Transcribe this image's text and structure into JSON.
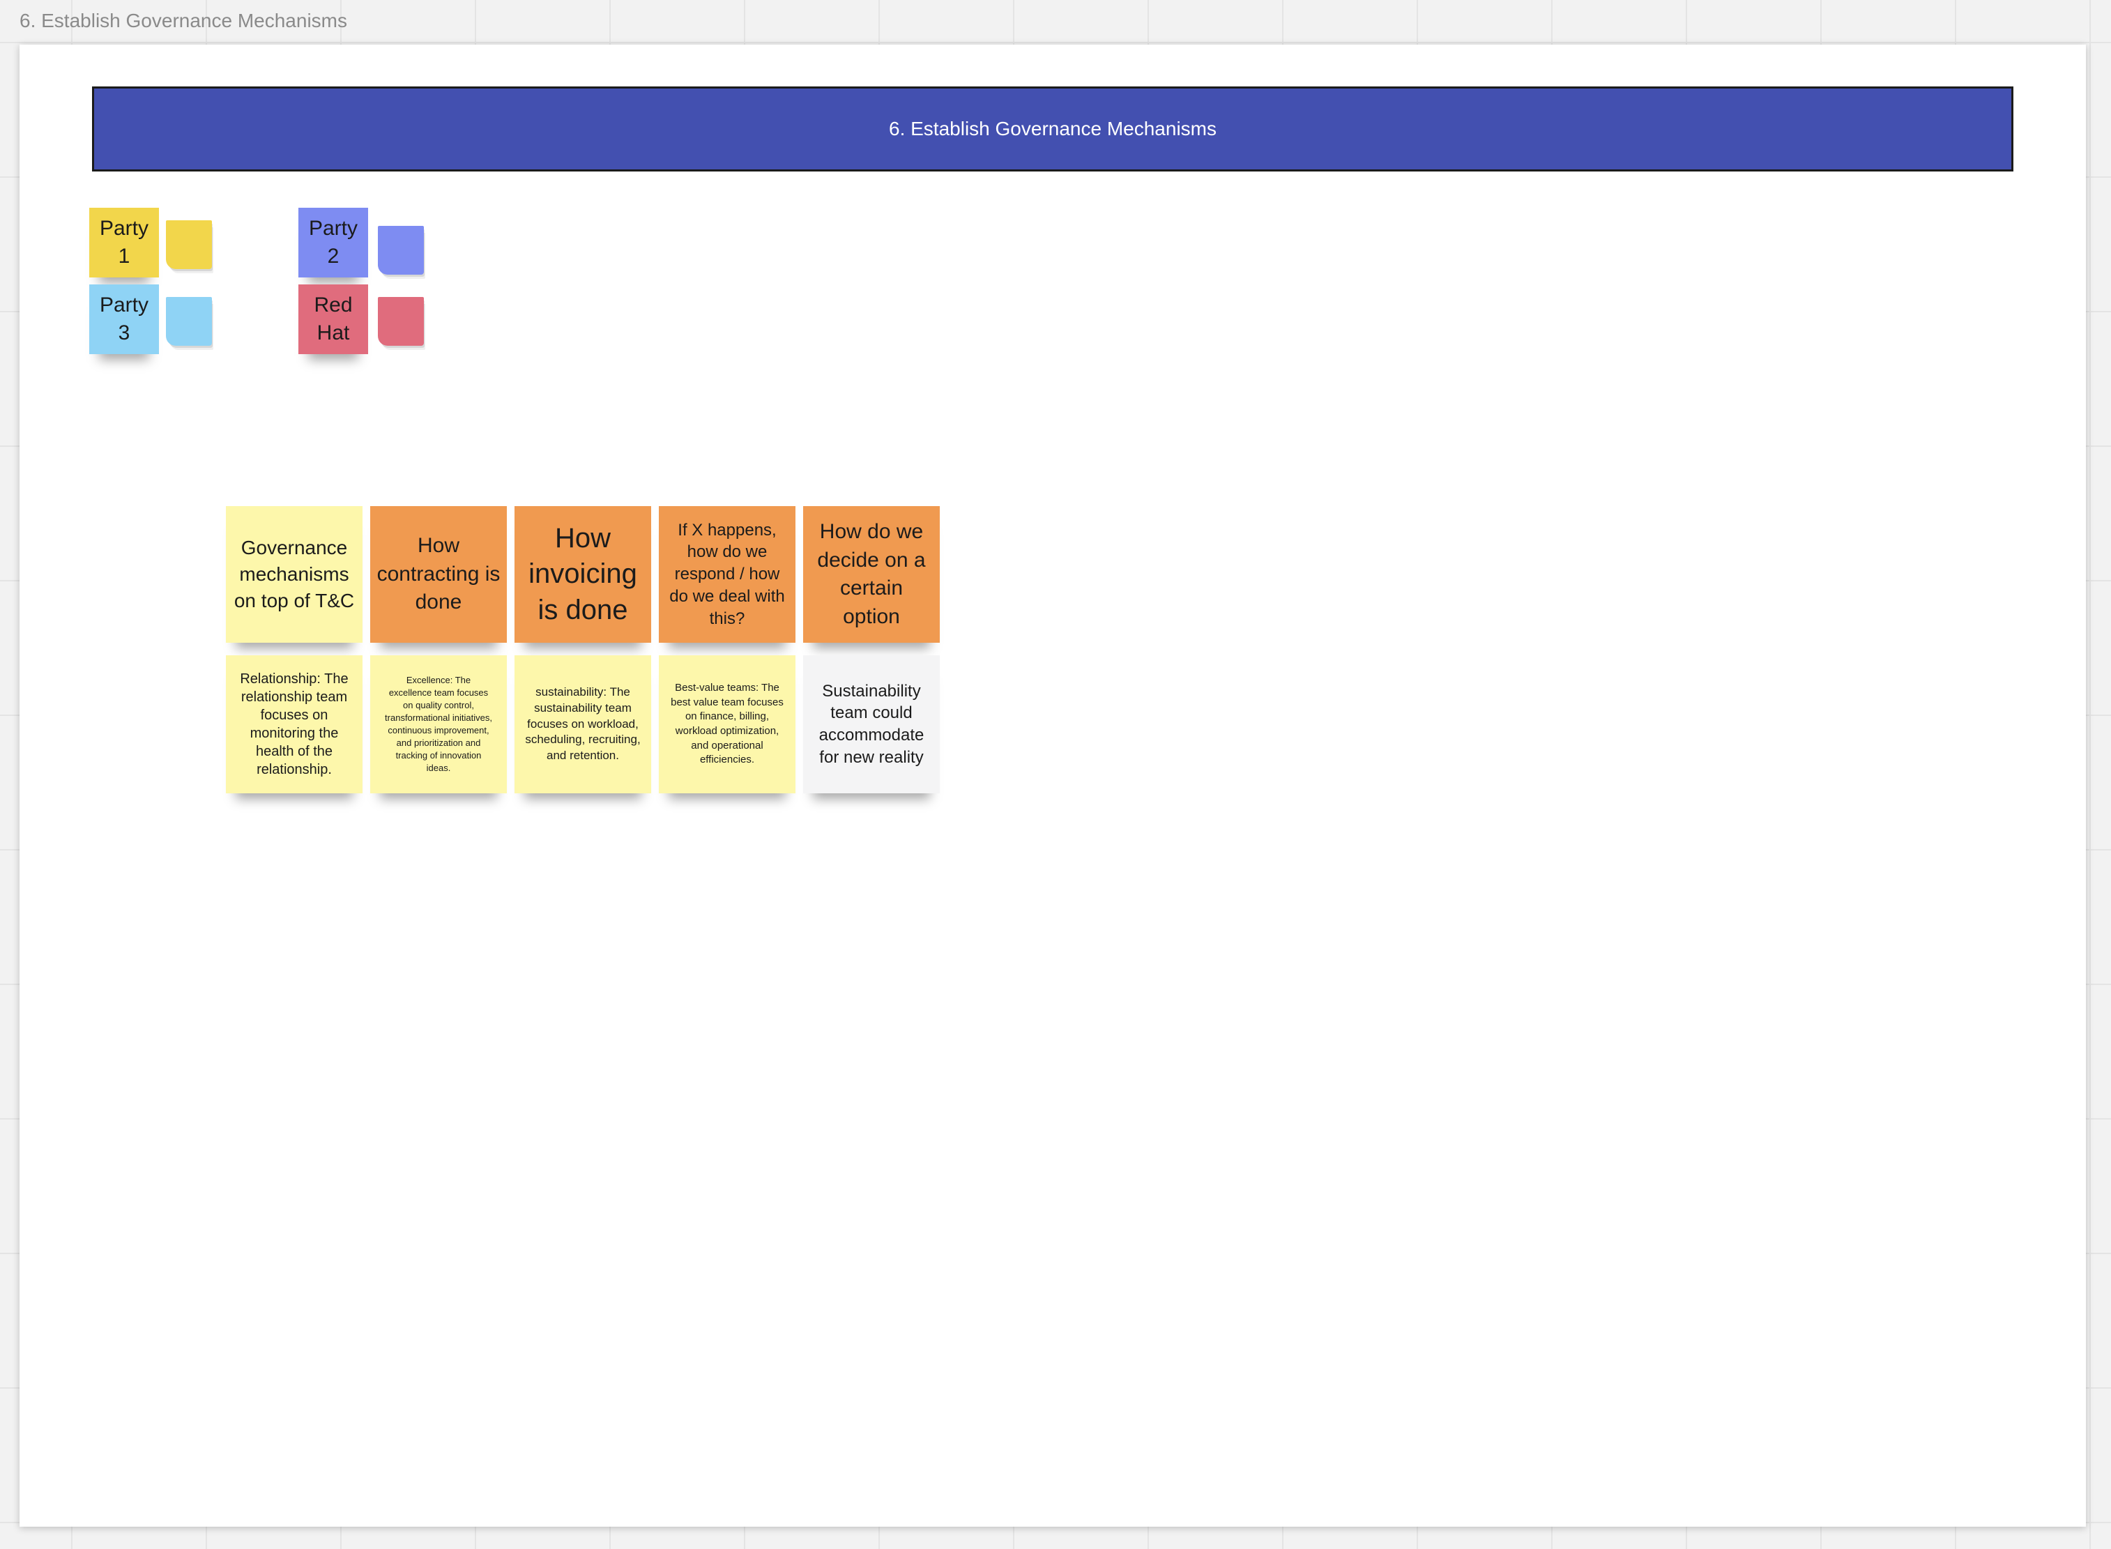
{
  "board": {
    "frame_title": "6. Establish Governance Mechanisms",
    "banner_title": "6. Establish Governance Mechanisms"
  },
  "legend": [
    {
      "label": "Party 1",
      "color": "#f2d64b"
    },
    {
      "label": "Party 2",
      "color": "#7e8cf2"
    },
    {
      "label": "Party 3",
      "color": "#8fd3f5"
    },
    {
      "label": "Red Hat",
      "color": "#e06c7d"
    }
  ],
  "headers": [
    {
      "text": "Governance mechanisms on top of T&C",
      "color": "#fdf7ab"
    },
    {
      "text": "How contracting is done",
      "color": "#f09a50"
    },
    {
      "text": "How invoicing is done",
      "color": "#f09a50"
    },
    {
      "text": "If X happens, how do we respond / how do we deal with this?",
      "color": "#f09a50"
    },
    {
      "text": "How do we decide on a certain option",
      "color": "#f09a50"
    }
  ],
  "notes": [
    {
      "text": "Relationship: The relationship team focuses on monitoring the health of the relationship.",
      "color": "#fdf7ab"
    },
    {
      "text": "Excellence: The excellence team focuses on quality control, transformational initiatives, continuous improvement, and prioritization and tracking of innovation ideas.",
      "color": "#fdf7ab"
    },
    {
      "text": "sustainability: The sustainability team focuses on workload, scheduling, recruiting, and retention.",
      "color": "#fdf7ab"
    },
    {
      "text": "Best-value teams: The best value team focuses on finance, billing, workload optimization, and operational efficiencies.",
      "color": "#fdf7ab"
    },
    {
      "text": "Sustainability team could accommodate for new reality",
      "color": "#f4f4f5"
    }
  ]
}
